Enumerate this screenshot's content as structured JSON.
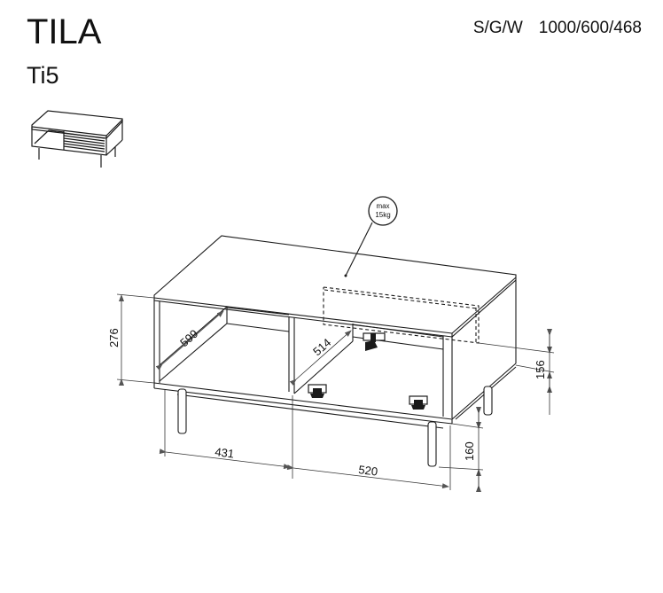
{
  "header": {
    "product_name": "TILA",
    "model_code": "Ti5",
    "dimension_label": "S/G/W",
    "dimension_values": "1000/600/468"
  },
  "load_badge": {
    "line1": "max",
    "line2": "15kg"
  },
  "dimensions": {
    "height_compartment": "276",
    "depth_left": "599",
    "depth_right": "514",
    "width_left": "431",
    "width_right": "520",
    "leg_height": "160",
    "drawer_height": "156"
  },
  "colors": {
    "line": "#1a1a1a",
    "background": "#ffffff"
  }
}
